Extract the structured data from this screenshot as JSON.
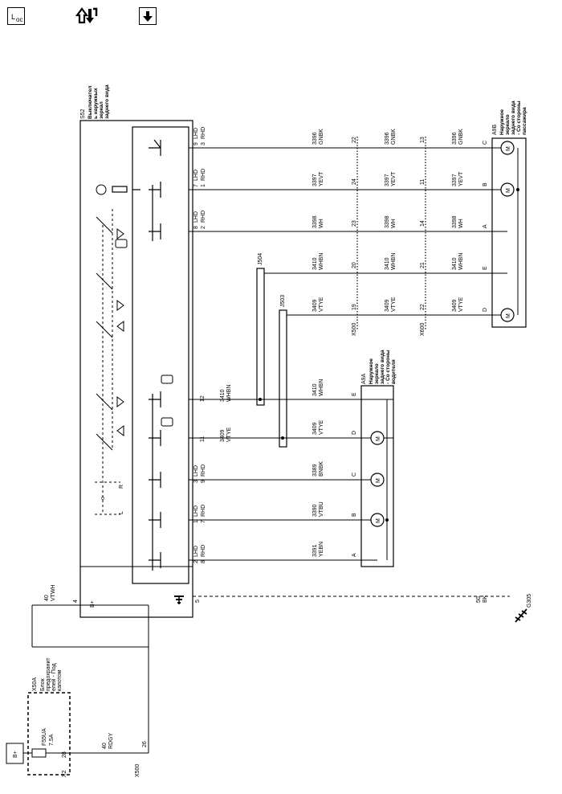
{
  "toolbar": {
    "locator_icon": "locator-icon",
    "flip_icon": "flip-icon",
    "download_icon": "download-arrow-icon"
  },
  "connectors": {
    "x500": "X500",
    "x600": "X600",
    "x2": "X2",
    "j504": "J504",
    "j503": "J503",
    "g305": "G305"
  },
  "components": {
    "fuse_block_id": "X50A",
    "fuse_block_name": [
      "Блок",
      "предохранит",
      "елей - Под",
      "капотом"
    ],
    "fuse_name": "F55UA",
    "fuse_rating": "7.5A",
    "switch_id": "S52",
    "switch_name": [
      "Выключател",
      "ь наружных",
      "зеркал",
      "заднего вида"
    ],
    "switch_bplus": "B+",
    "bplus_source": "B+",
    "driver_mirror_id": "A9A",
    "driver_mirror_name": [
      "Наружное",
      "зеркало",
      "заднего вида",
      "- Со стороны",
      "водителя"
    ],
    "pass_mirror_id": "A9B",
    "pass_mirror_name": [
      "Наружное",
      "зеркало",
      "заднего вида",
      "- Со стороны",
      "пассажира"
    ],
    "motor_label": "M"
  },
  "pins": {
    "fuse_28": "28",
    "x500_26": "26",
    "sw_4": "4",
    "sw_5": "5",
    "sw_11": "11",
    "sw_12": "12",
    "sw_9_3": [
      "9",
      "LHD",
      "3",
      "RHD"
    ],
    "sw_7_1": [
      "7",
      "LHD",
      "1",
      "RHD"
    ],
    "sw_8_2": [
      "8",
      "LHD",
      "2",
      "RHD"
    ],
    "sw_3_9": [
      "3",
      "LHD",
      "9",
      "RHD"
    ],
    "sw_1_7": [
      "1",
      "LHD",
      "7",
      "RHD"
    ],
    "sw_2_8": [
      "2",
      "LHD",
      "8",
      "RHD"
    ],
    "x500_row": [
      "22",
      "24",
      "23",
      "20",
      "19"
    ],
    "x600_row": [
      "13",
      "11",
      "14",
      "21",
      "22"
    ],
    "a9b_pins": [
      "C",
      "B",
      "A",
      "E",
      "D"
    ],
    "a9a_pins": [
      "E",
      "D",
      "C",
      "B",
      "A"
    ],
    "switch_letters": [
      "R",
      "L",
      "o"
    ]
  },
  "wires": {
    "w40_vtwh": [
      "40",
      "VTWH"
    ],
    "w40_rdgy": [
      "40",
      "RDGY"
    ],
    "w50_bk": [
      "50",
      "BK"
    ],
    "w3396": [
      "3396",
      "GNBK"
    ],
    "w3397": [
      "3397",
      "YEVT"
    ],
    "w3398": [
      "3398",
      "WH"
    ],
    "w3410": [
      "3410",
      "WHBN"
    ],
    "w3409": [
      "3409",
      "VTYE"
    ],
    "w3389": [
      "3389",
      "BNBK"
    ],
    "w3390": [
      "3390",
      "VTBU"
    ],
    "w3391": [
      "3391",
      "YEBN"
    ]
  }
}
